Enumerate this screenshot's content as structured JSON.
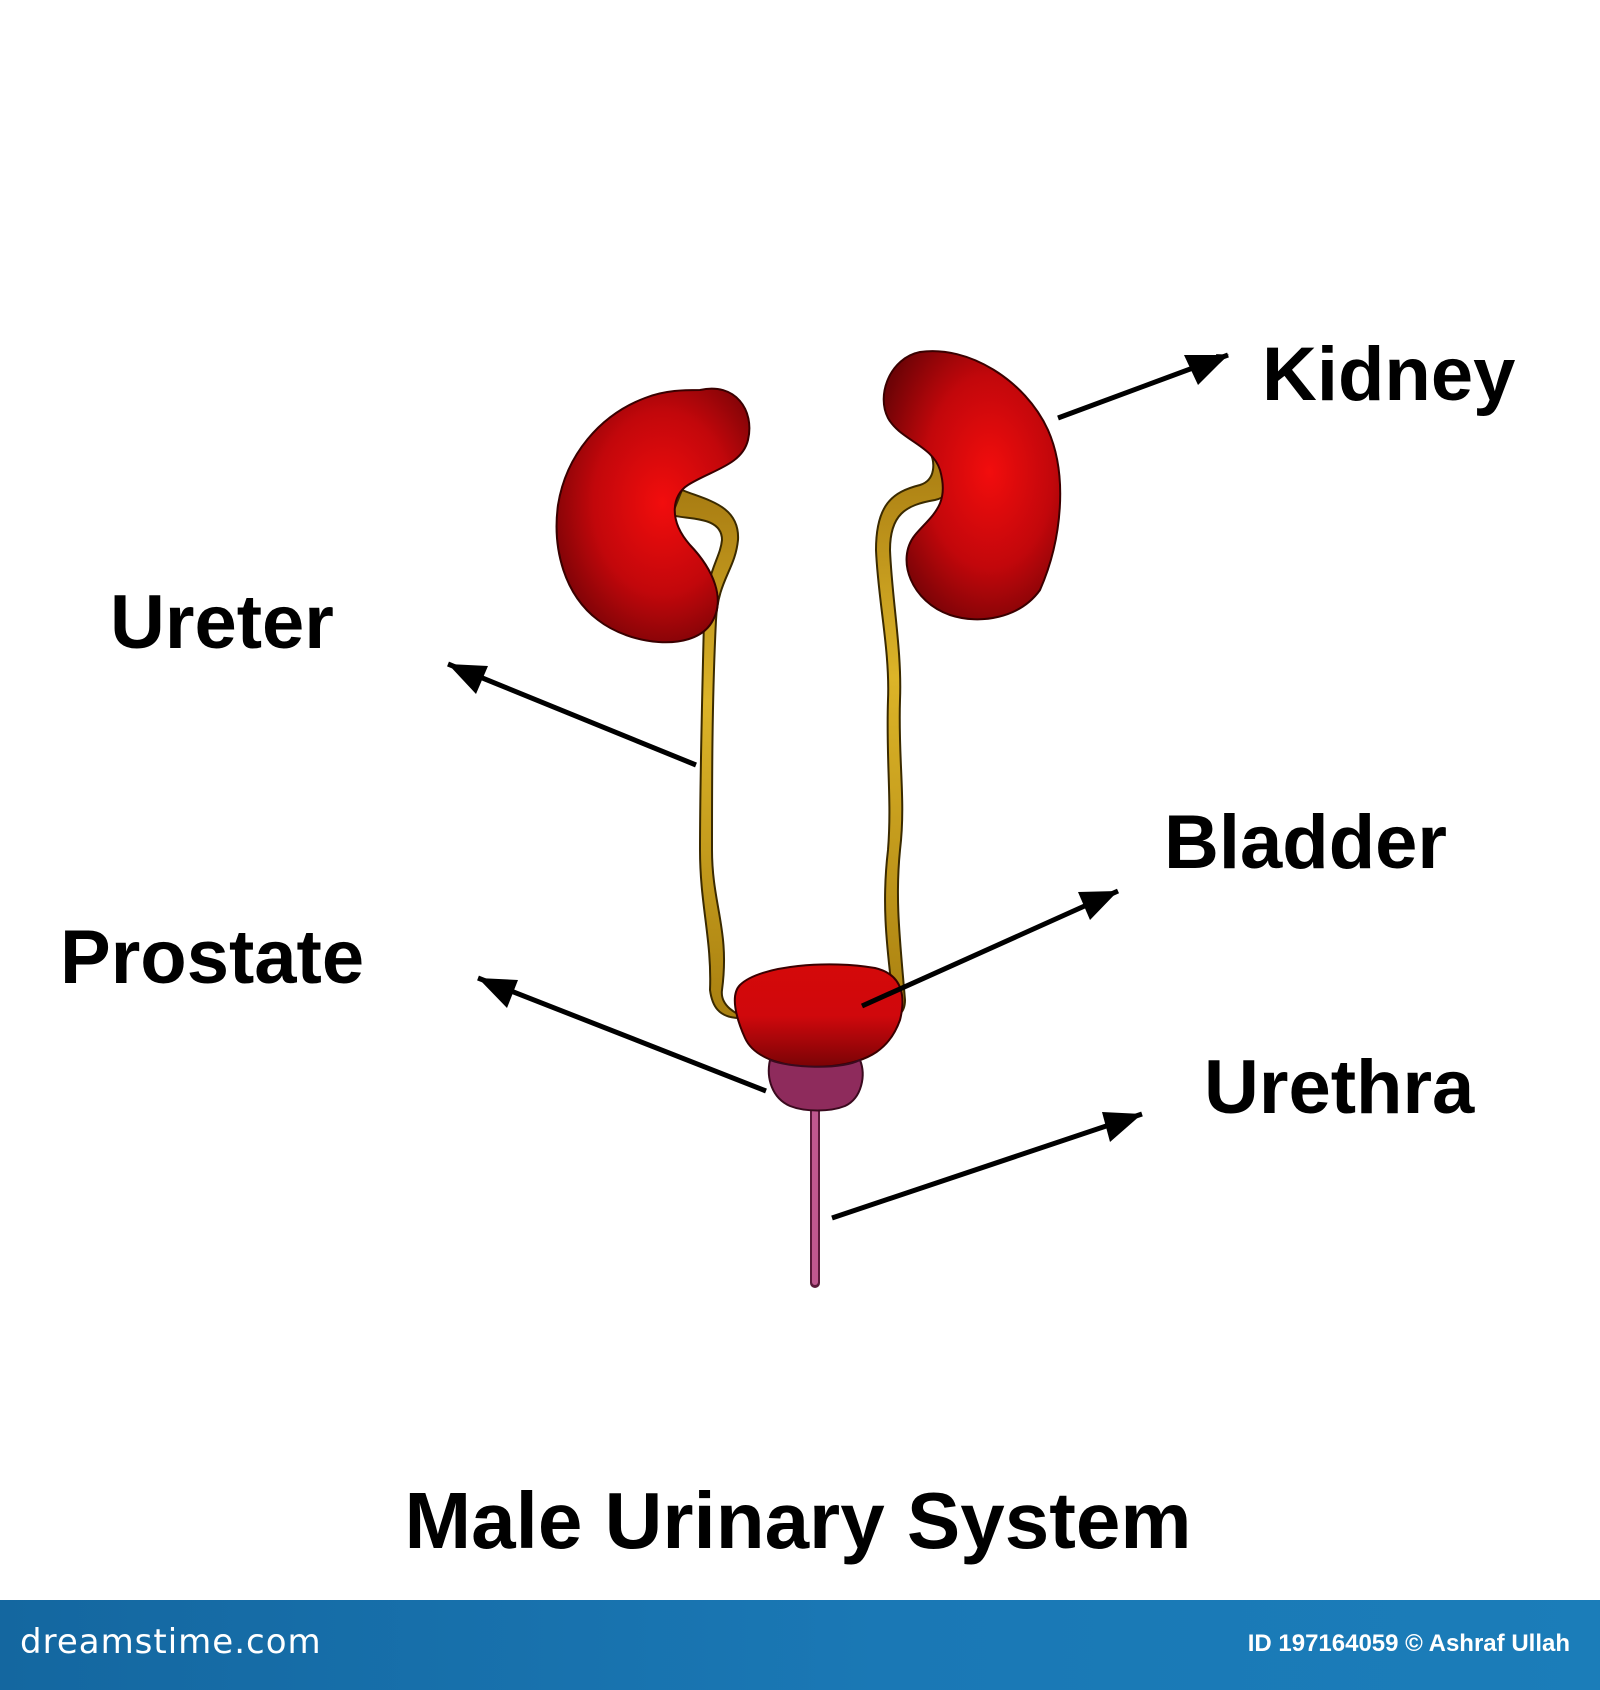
{
  "diagram": {
    "title": "Male Urinary System",
    "labels": {
      "kidney": "Kidney",
      "ureter": "Ureter",
      "bladder": "Bladder",
      "prostate": "Prostate",
      "urethra": "Urethra"
    }
  },
  "footer": {
    "brand": "dreamstime.com",
    "credit": "ID 197164059 © Ashraf Ullah"
  },
  "colors": {
    "kidney_red": "#e00a0a",
    "kidney_dark": "#6e0306",
    "ureter_gold": "#c9a21a",
    "prostate_purple": "#8e2b5c",
    "urethra_pink": "#b8508a",
    "footer_blue": "#1a78b5"
  }
}
